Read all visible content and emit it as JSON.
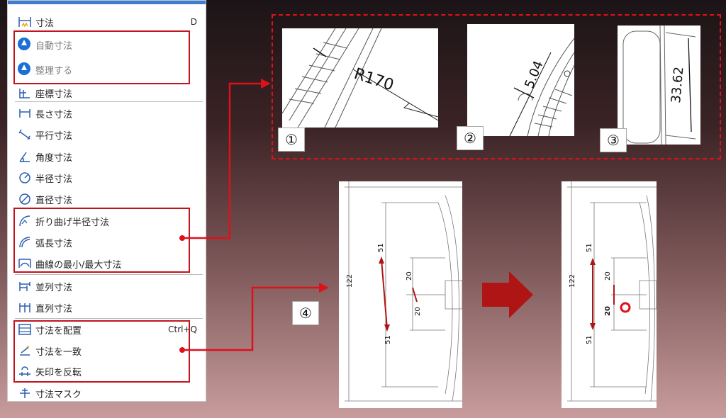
{
  "menu": {
    "items": [
      {
        "label": "寸法",
        "shortcut": "D",
        "icon": "dimension-icon",
        "enabled": true
      },
      {
        "label": "自動寸法",
        "icon": "auto-dimension-icon",
        "enabled": false
      },
      {
        "label": "整理する",
        "icon": "arrange-icon",
        "enabled": false
      },
      {
        "label": "座標寸法",
        "icon": "coordinate-dimension-icon",
        "enabled": true
      },
      {
        "label": "長さ寸法",
        "icon": "length-dimension-icon",
        "enabled": true
      },
      {
        "label": "平行寸法",
        "icon": "parallel-dimension-icon",
        "enabled": true
      },
      {
        "label": "角度寸法",
        "icon": "angle-dimension-icon",
        "enabled": true
      },
      {
        "label": "半径寸法",
        "icon": "radius-dimension-icon",
        "enabled": true
      },
      {
        "label": "直径寸法",
        "icon": "diameter-dimension-icon",
        "enabled": true
      },
      {
        "label": "折り曲げ半径寸法",
        "icon": "bend-radius-icon",
        "enabled": true
      },
      {
        "label": "弧長寸法",
        "icon": "arc-length-icon",
        "enabled": true
      },
      {
        "label": "曲線の最小/最大寸法",
        "icon": "curve-min-max-icon",
        "enabled": true
      },
      {
        "label": "並列寸法",
        "icon": "parallel-series-icon",
        "enabled": true
      },
      {
        "label": "直列寸法",
        "icon": "series-dimension-icon",
        "enabled": true
      },
      {
        "label": "寸法を配置",
        "shortcut": "Ctrl+Q",
        "icon": "place-dimension-icon",
        "enabled": true
      },
      {
        "label": "寸法を一致",
        "icon": "align-dimension-icon",
        "enabled": true
      },
      {
        "label": "矢印を反転",
        "icon": "flip-arrow-icon",
        "enabled": true
      },
      {
        "label": "寸法マスク",
        "icon": "dimension-mask-icon",
        "enabled": true
      }
    ]
  },
  "examples": {
    "badge1": "①",
    "badge2": "②",
    "badge3": "③",
    "badge4": "④",
    "dim1": "R170",
    "dim2": "5.04",
    "dim3": "33.62",
    "before": {
      "total": "122",
      "upper": "51",
      "lower": "51",
      "a": "20",
      "b": "20"
    },
    "after": {
      "total": "122",
      "upper": "51",
      "lower": "51",
      "a": "20",
      "b": "20"
    }
  },
  "colors": {
    "highlight": "#c1141c",
    "arrow": "#b01515",
    "menu_accent": "#1c6fd4"
  }
}
